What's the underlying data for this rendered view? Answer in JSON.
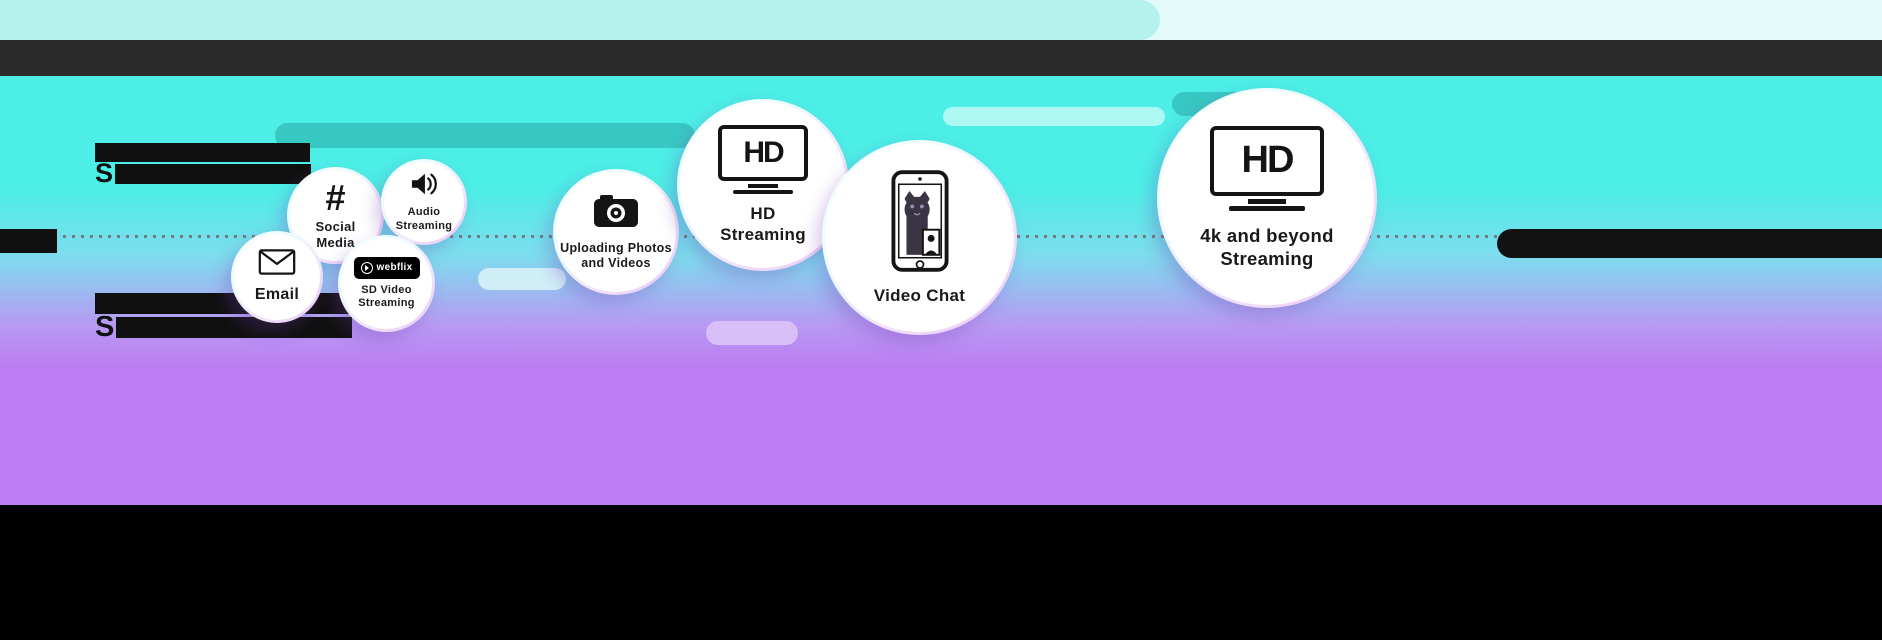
{
  "palette": {
    "cyan": "#4ceee6",
    "purple": "#bd7cf2",
    "teal_pill": "#38c8c2",
    "dark_bar": "#2b2b2b",
    "black": "#000000"
  },
  "headings": {
    "speed_label_1": {
      "prefix": "S"
    },
    "speed_label_2": {
      "prefix": "S"
    }
  },
  "bubbles": [
    {
      "id": "email",
      "icon": "envelope-icon",
      "label": "Email"
    },
    {
      "id": "social-media",
      "icon": "hashtag-icon",
      "glyph": "#",
      "label": "Social Media"
    },
    {
      "id": "audio-streaming",
      "icon": "speaker-icon",
      "label": "Audio Streaming"
    },
    {
      "id": "sd-video-streaming",
      "icon": "webflix-badge-icon",
      "badge_text": "webflix",
      "label": "SD Video Streaming"
    },
    {
      "id": "uploading-photos-videos",
      "icon": "camera-icon",
      "label": "Uploading Photos and Videos"
    },
    {
      "id": "hd-streaming",
      "icon": "tv-hd-icon",
      "tv_label": "HD",
      "label": "HD Streaming"
    },
    {
      "id": "video-chat",
      "icon": "phone-video-chat-icon",
      "label": "Video Chat"
    },
    {
      "id": "4k-streaming",
      "icon": "tv-hd-icon",
      "tv_label": "HD",
      "label": "4k and beyond Streaming"
    }
  ]
}
